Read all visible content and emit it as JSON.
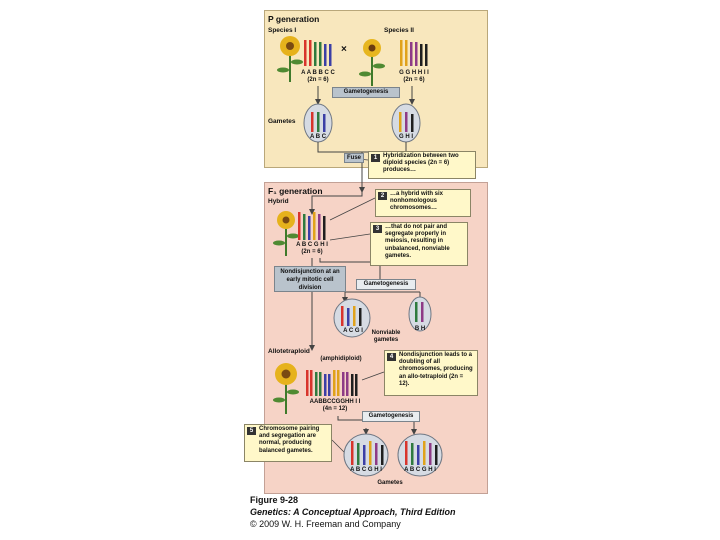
{
  "p_panel": {
    "title": "P generation",
    "species1": "Species I",
    "species2": "Species II",
    "cross": "×",
    "geno1": "A A  B B C C",
    "ploidy1": "(2n = 6)",
    "geno2": "G G  H H  I I",
    "ploidy2": "(2n = 6)",
    "gametogenesis": "Gametogenesis",
    "gametes_label": "Gametes",
    "gamete1": "A B C",
    "gamete2": "G H I"
  },
  "fuse_label": "Fuse",
  "callouts": [
    {
      "num": "1",
      "text": "Hybridization between two diploid species (2n = 6) produces…"
    },
    {
      "num": "2",
      "text": "…a hybrid with six nonhomologous chromosomes…"
    },
    {
      "num": "3",
      "text": "…that do not pair and segregate properly in meiosis, resulting in unbalanced, nonviable gametes."
    },
    {
      "num": "4",
      "text": "Nondisjunction leads to a doubling of all chromosomes, producing an allo-tetraploid (2n = 12)."
    },
    {
      "num": "5",
      "text": "Chromosome pairing and segregation are normal, producing balanced gametes."
    }
  ],
  "f_panel": {
    "title": "F₁ generation",
    "hybrid": "Hybrid",
    "hybrid_geno": "A B C G H I",
    "hybrid_ploidy": "(2n = 6)",
    "nondisjunction": "Nondisjunction at an early mitotic cell division",
    "gametogenesis": "Gametogenesis",
    "nonviable_gamete1": "A C G I",
    "nonviable_gamete2": "B H",
    "nonviable_label": "Nonviable gametes",
    "allotetraploid": "Allotetraploid",
    "amphidiploid": "(amphidiploid)",
    "tetra_geno": "AABBCCGGHH  I I",
    "tetra_ploidy": "(4n = 12)",
    "gametogenesis2": "Gametogenesis",
    "gamete_a": "A B C G H I",
    "gamete_b": "A B C G H I",
    "gametes_label": "Gametes"
  },
  "caption": {
    "figure": "Figure 9-28",
    "book": "Genetics: A Conceptual Approach, Third Edition",
    "copyright": "© 2009 W. H. Freeman and Company"
  },
  "colors": {
    "A": "#d8342c",
    "B": "#2f7a3e",
    "C": "#3b3fa6",
    "G": "#e0a21a",
    "H": "#8e3a86",
    "I": "#1f1f1f"
  }
}
